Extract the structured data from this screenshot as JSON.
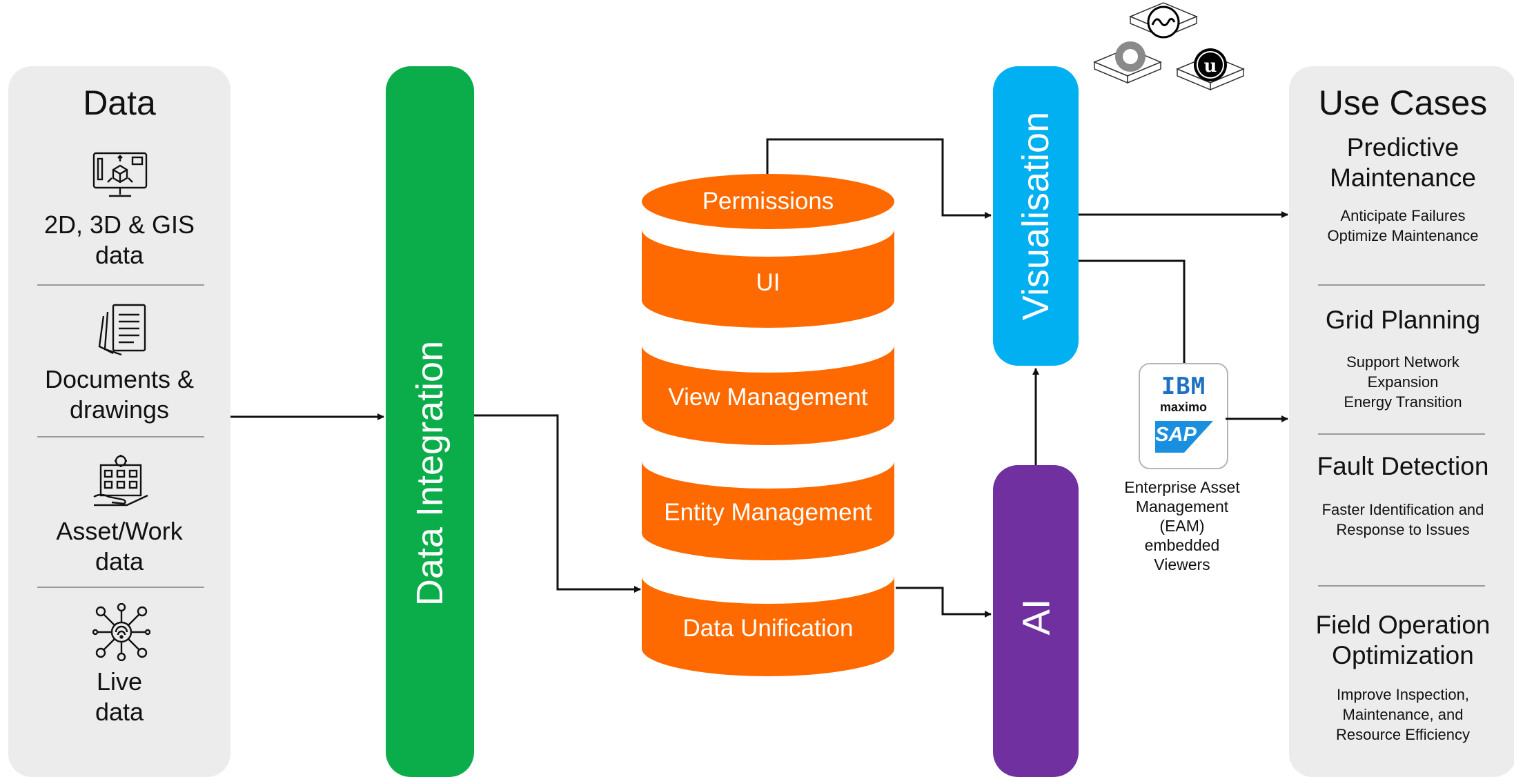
{
  "data_panel": {
    "title": "Data",
    "items": [
      {
        "icon": "computer-3d-model-icon",
        "label": "2D, 3D & GIS\ndata"
      },
      {
        "icon": "documents-icon",
        "label": "Documents &\ndrawings"
      },
      {
        "icon": "asset-building-icon",
        "label": "Asset/Work\ndata"
      },
      {
        "icon": "network-wifi-icon",
        "label": "Live\ndata"
      }
    ]
  },
  "integration": {
    "label": "Data Integration",
    "color": "#0aad4a"
  },
  "stack": {
    "color": "#ff6a00",
    "layers": [
      "Permissions",
      "UI",
      "View Management",
      "Entity Management",
      "Data Unification"
    ]
  },
  "visualisation": {
    "label": "Visualisation",
    "color": "#00b0f0"
  },
  "ai": {
    "label": "AI",
    "color": "#7030a0"
  },
  "eam": {
    "logos": [
      "IBM",
      "maximo",
      "SAP"
    ],
    "caption": "Enterprise Asset\nManagement\n(EAM)\nembedded\nViewers"
  },
  "engines": [
    "waveform-engine-icon",
    "ring-engine-icon",
    "unreal-engine-icon"
  ],
  "use_cases": {
    "title": "Use Cases",
    "items": [
      {
        "title": "Predictive\nMaintenance",
        "desc": "Anticipate Failures\nOptimize Maintenance"
      },
      {
        "title": "Grid Planning",
        "desc": "Support Network\nExpansion\nEnergy Transition"
      },
      {
        "title": "Fault Detection",
        "desc": "Faster Identification and\nResponse to Issues"
      },
      {
        "title": "Field Operation\nOptimization",
        "desc": "Improve Inspection,\nMaintenance, and\nResource Efficiency"
      }
    ]
  }
}
